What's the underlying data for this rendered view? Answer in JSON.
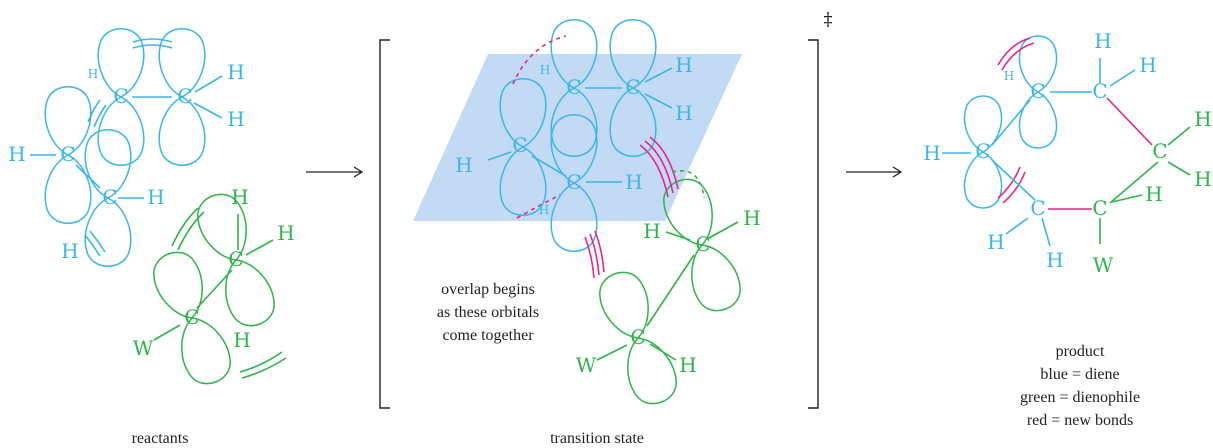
{
  "colors": {
    "diene": "#3bb6e8",
    "dienophile": "#2fb34a",
    "new_bond": "#e4268e",
    "plane": "#b9d4f2",
    "ink": "#222222"
  },
  "atoms": {
    "carbon": "C",
    "hydrogen": "H",
    "substituent": "W"
  },
  "symbols": {
    "arrow_icon": "long-right-arrow",
    "double_dagger": "‡"
  },
  "captions": {
    "reactants": "reactants",
    "transition_state": "transition state",
    "product": "product",
    "annotation": [
      "overlap begins",
      "as these orbitals",
      "come together"
    ]
  },
  "legend": [
    {
      "text": "blue = diene",
      "color": "#3bb6e8"
    },
    {
      "text": "green = dienophile",
      "color": "#2fb34a"
    },
    {
      "text": "red = new bonds",
      "color": "#e4268e"
    }
  ]
}
